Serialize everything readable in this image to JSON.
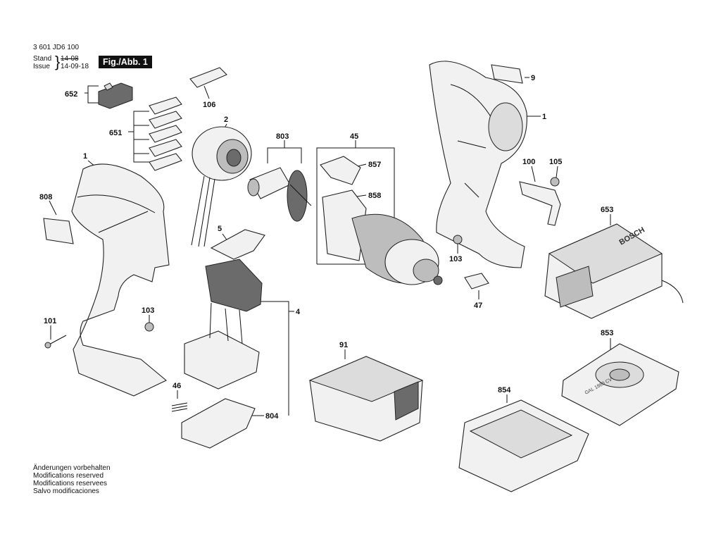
{
  "header": {
    "part_number": "3 601 JD6 100",
    "stand_label": "Stand",
    "stand_date": "14-08",
    "issue_label": "Issue",
    "issue_date": "14-09-18",
    "figure_label": "Fig./Abb. 1"
  },
  "labels": {
    "l652": "652",
    "l651": "651",
    "l106": "106",
    "l2": "2",
    "l803": "803",
    "l45": "45",
    "l857": "857",
    "l858": "858",
    "l9": "9",
    "l1_right": "1",
    "l1_left": "1",
    "l808": "808",
    "l100": "100",
    "l105": "105",
    "l653": "653",
    "l5": "5",
    "l4": "4",
    "l103_right": "103",
    "l47": "47",
    "l101": "101",
    "l103_left": "103",
    "l91": "91",
    "l853": "853",
    "l46": "46",
    "l804": "804",
    "l854": "854"
  },
  "notes": [
    "Änderungen vorbehalten",
    "Modifications reserved",
    "Modifications reservees",
    "Salvo modificaciones"
  ],
  "brand_marks": [
    "BOSCH",
    "GAL 1880 CV"
  ]
}
